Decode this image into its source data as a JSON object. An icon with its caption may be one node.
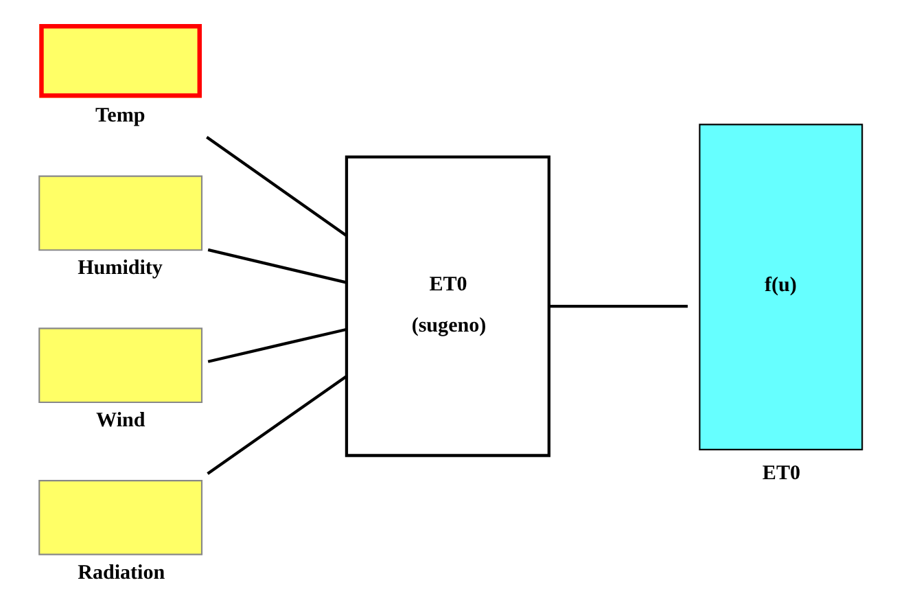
{
  "diagram": {
    "nodes": [
      {
        "text": [
          "Temp"
        ]
      },
      {
        "text": [
          "Humidity"
        ]
      },
      {
        "text": [
          "Wind"
        ]
      },
      {
        "text": [
          "Radiation"
        ]
      },
      {
        "text": [
          "ET0",
          "(sugeno)"
        ]
      },
      {
        "text": [
          "f(u)",
          "ET0"
        ]
      }
    ],
    "edges": [
      {
        "from": 0,
        "to": 4,
        "arrow": "none"
      },
      {
        "from": 1,
        "to": 4,
        "arrow": "none"
      },
      {
        "from": 2,
        "to": 4,
        "arrow": "none"
      },
      {
        "from": 3,
        "to": 4,
        "arrow": "none"
      },
      {
        "from": 4,
        "to": 5,
        "arrow": "none"
      }
    ]
  }
}
